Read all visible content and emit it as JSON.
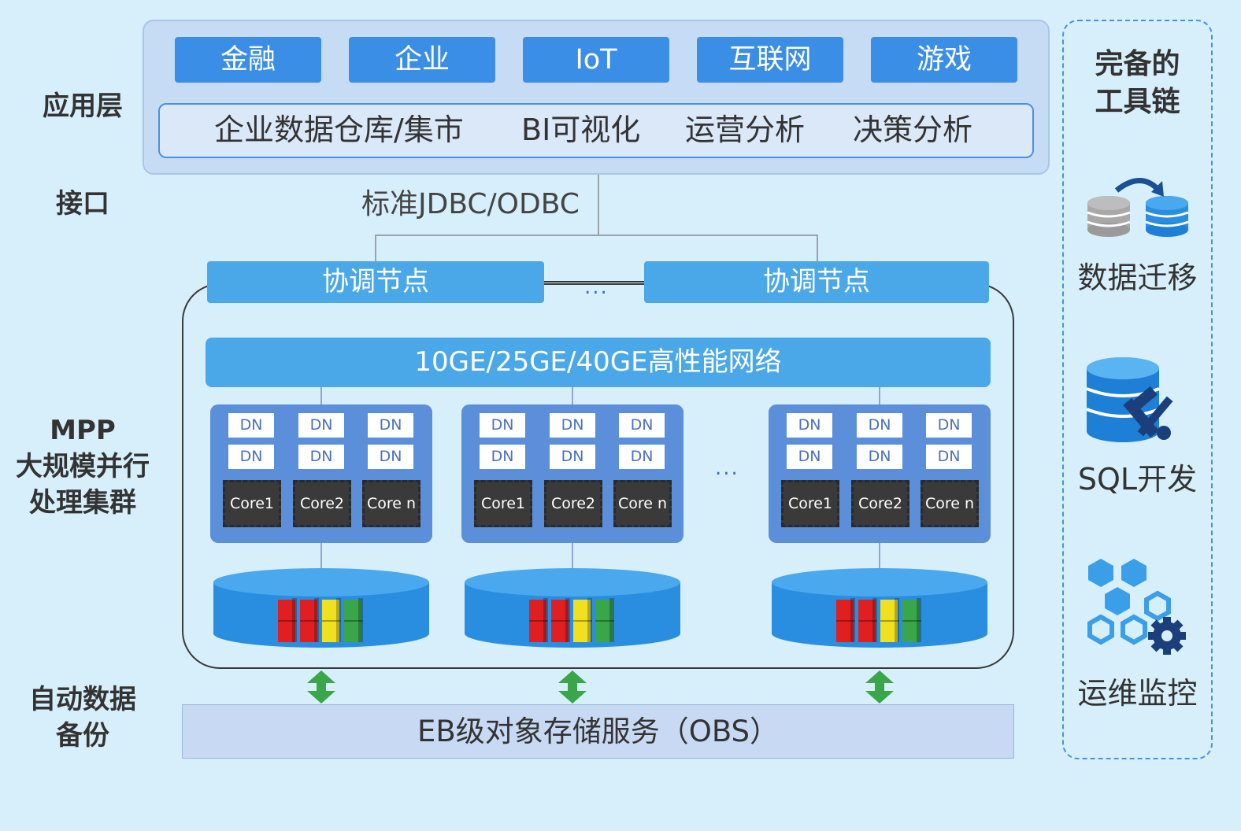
{
  "labels": {
    "app_layer": "应用层",
    "interface": "接口",
    "mpp_line1": "MPP",
    "mpp_line2": "大规模并行",
    "mpp_line3": "处理集群",
    "backup_line1": "自动数据",
    "backup_line2": "备份"
  },
  "app_layer": {
    "top_buttons": [
      "金融",
      "企业",
      "IoT",
      "互联网",
      "游戏"
    ],
    "scenarios": [
      "企业数据仓库/集市",
      "BI可视化",
      "运营分析",
      "决策分析"
    ]
  },
  "interface": {
    "protocol": "标准JDBC/ODBC"
  },
  "cluster": {
    "coordinator_label": "协调节点",
    "ellipsis": "...",
    "network": "10GE/25GE/40GE高性能网络",
    "dn_label": "DN",
    "cores": [
      "Core1",
      "Core2",
      "Core n"
    ]
  },
  "storage": {
    "obs": "EB级对象存储服务（OBS）"
  },
  "tools": {
    "title_line1": "完备的",
    "title_line2": "工具链",
    "items": [
      "数据迁移",
      "SQL开发",
      "运维监控"
    ]
  },
  "colors": {
    "background": "#d7effb",
    "primary_blue": "#3a8ee6",
    "light_blue": "#4aa8e8",
    "node_blue": "#5b8fd9",
    "arrow_green": "#3aa64a",
    "block_red": "#e02020",
    "block_yellow": "#f0e020",
    "block_green": "#3aa64a"
  }
}
